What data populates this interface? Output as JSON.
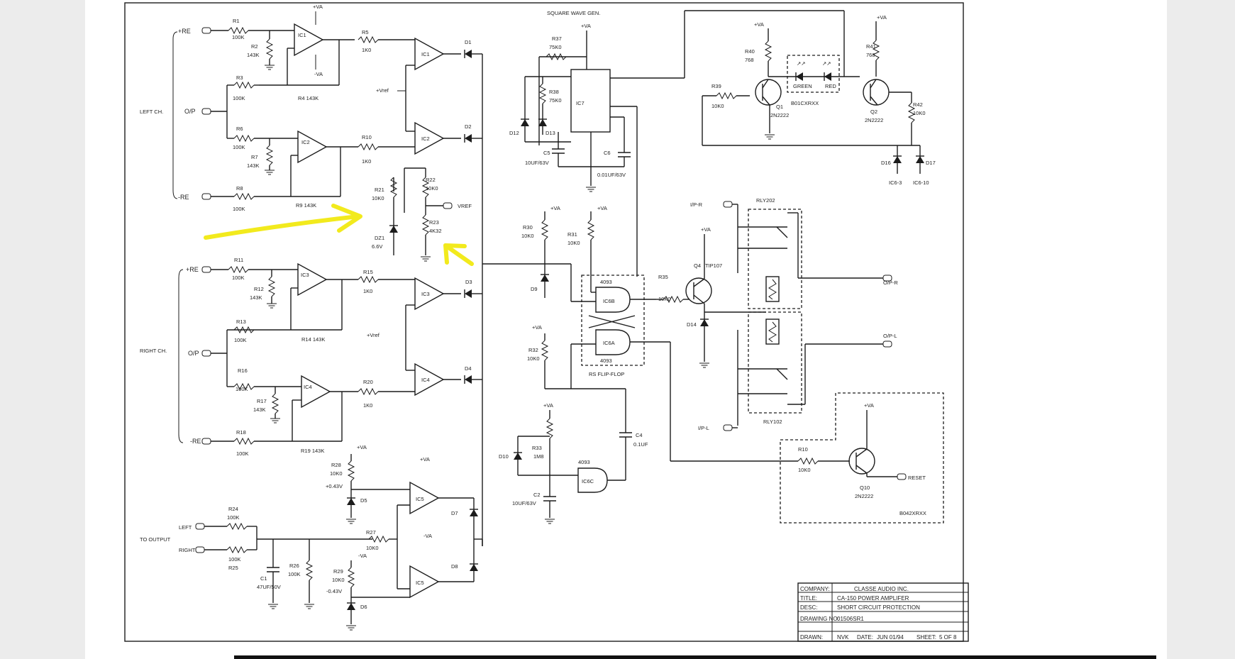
{
  "sheet": {
    "header": "SQUARE WAVE GEN.",
    "left_channel": "LEFT CH.",
    "right_channel": "RIGHT CH.",
    "to_output": "TO OUTPUT",
    "flipflop_label": "RS FLIP-FLOP",
    "supply": {
      "pos": "+VA",
      "neg": "-VA",
      "vref": "+Vref"
    }
  },
  "ports": {
    "lp_re": "+RE",
    "l_op": "O/P",
    "ln_re": "-RE",
    "rp_re": "+RE",
    "r_op": "O/P",
    "rn_re": "-RE",
    "out_left": "LEFT",
    "out_right": "RIGHT",
    "vref": "VREF",
    "ip_r": "I/P-R",
    "ip_l": "I/P-L",
    "op_r": "O/P-R",
    "op_l": "O/P-L",
    "reset": "RESET"
  },
  "parts": {
    "r1": "R1",
    "r1v": "100K",
    "r2": "R2",
    "r2v": "143K",
    "r3": "R3",
    "r3v": "100K",
    "r4": "R4 143K",
    "r5": "R5",
    "r5v": "1K0",
    "r6": "R6",
    "r6v": "100K",
    "r7": "R7",
    "r7v": "143K",
    "r8": "R8",
    "r8v": "100K",
    "r9": "R9 143K",
    "r10": "R10",
    "r10v": "1K0",
    "r11": "R11",
    "r11v": "100K",
    "r12": "R12",
    "r12v": "143K",
    "r13": "R13",
    "r13v": "100K",
    "r14": "R14 143K",
    "r15": "R15",
    "r15v": "1K0",
    "r16": "R16",
    "r16v": "100K",
    "r17": "R17",
    "r17v": "143K",
    "r18": "R18",
    "r18v": "100K",
    "r19": "R19 143K",
    "r20": "R20",
    "r20v": "1K0",
    "r21": "R21",
    "r21v": "10K0",
    "r22": "R22",
    "r22v": "10K0",
    "r23": "R23",
    "r23v": "4K32",
    "dz1": "DZ1",
    "dz1v": "6.6V",
    "r24": "R24",
    "r24v": "100K",
    "r25": "R25",
    "r25v": "100K",
    "r26": "R26",
    "r26v": "100K",
    "c1": "C1",
    "c1v": "47UF/50V",
    "r27": "R27",
    "r27v": "10K0",
    "r28": "R28",
    "r28v": "10K0",
    "r28n": "+0.43V",
    "r29": "R29",
    "r29v": "10K0",
    "r29n": "-0.43V",
    "d5": "D5",
    "d6": "D6",
    "d7": "D7",
    "d8": "D8",
    "ic5": "IC5",
    "r37": "R37",
    "r37v": "75K0",
    "r38": "R38",
    "r38v": "75K0",
    "ic7": "IC7",
    "d12": "D12",
    "d13": "D13",
    "c5": "C5",
    "c5v": "10UF/63V",
    "c6": "C6",
    "c6v": "0.01UF/63V",
    "r30": "R30",
    "r30v": "10K0",
    "r31": "R31",
    "r31v": "10K0",
    "d9": "D9",
    "ic6b": "IC6B",
    "ic6a": "IC6A",
    "g4093a": "4093",
    "g4093b": "4093",
    "g4093c": "4093",
    "r32": "R32",
    "r32v": "10K0",
    "c4": "C4",
    "c4v": "0.1UF",
    "d10": "D10",
    "r33": "R33",
    "r33v": "1M8",
    "c2": "C2",
    "c2v": "10UF/63V",
    "ic6c": "IC6C",
    "r35": "R35",
    "r35v": "10K0",
    "q4": "Q4",
    "q4t": "TIP107",
    "d14": "D14",
    "rly202": "RLY202",
    "rly102": "RLY102",
    "r39": "R39",
    "r39v": "10K0",
    "r40": "R40",
    "r40v": "768",
    "q1": "Q1",
    "q1t": "2N2222",
    "r41": "R41",
    "r41v": "768",
    "q2": "Q2",
    "q2t": "2N2222",
    "r42": "R42",
    "r42v": "10K0",
    "led_green": "GREEN",
    "led_red": "RED",
    "b01": "B01CXRXX",
    "d16": "D16",
    "d17": "D17",
    "ic63": "IC6-3",
    "ic610": "IC6-10",
    "r10b": "R10",
    "r10bv": "10K0",
    "q10": "Q10",
    "q10t": "2N2222",
    "b042": "B042XRXX",
    "d1": "D1",
    "d2": "D2",
    "d3": "D3",
    "d4": "D4"
  },
  "title_block": {
    "company_k": "COMPANY:",
    "company_v": "CLASSE AUDIO INC.",
    "title_k": "TITLE:",
    "title_v": "CA-150 POWER AMPLIFER",
    "desc_k": "DESC:",
    "desc_v": "SHORT CIRCUIT PROTECTION",
    "dwg_k": "DRAWING NO:",
    "dwg_v": "01506SR1",
    "drawn_k": "DRAWN:",
    "drawn_v": "NVK",
    "date_k": "DATE:",
    "date_v": "JUN 01/94",
    "sheet_k": "SHEET:",
    "sheet_v": "5 OF 8"
  },
  "colors": {
    "annotation": "#f2ea1d",
    "ink": "#1c1c1c",
    "paper": "#ffffff"
  }
}
